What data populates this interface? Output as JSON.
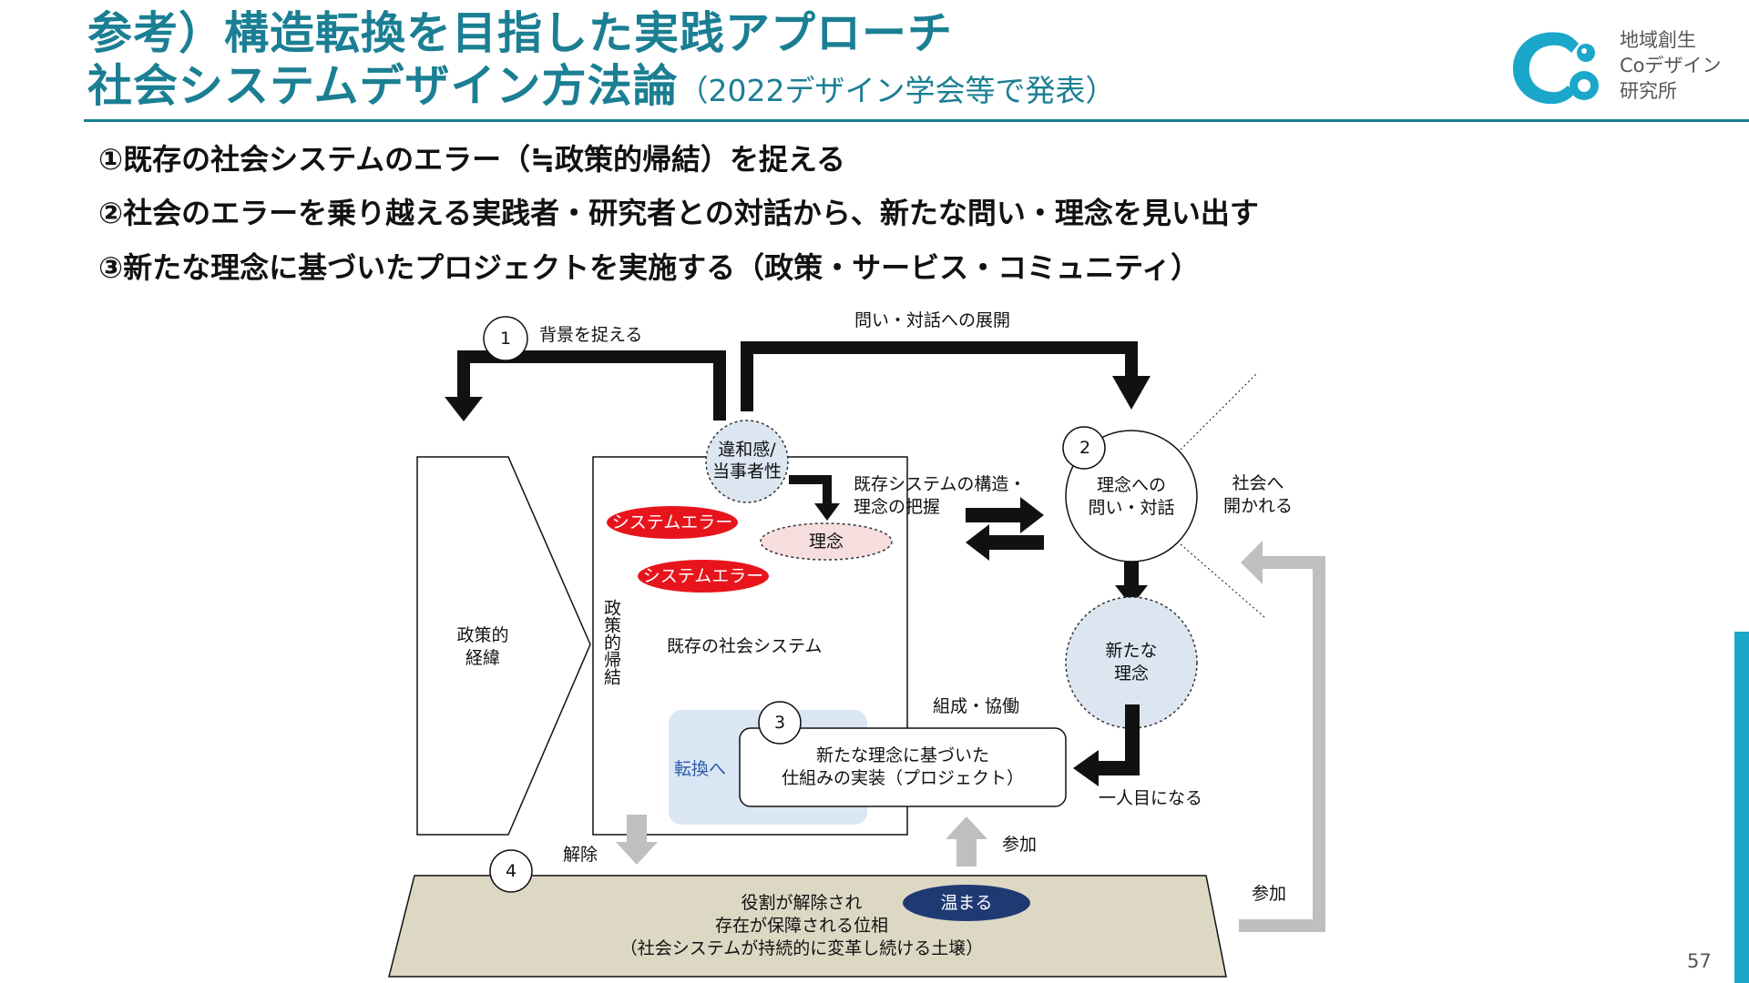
{
  "header": {
    "title_line1": "参考）構造転換を目指した実践アプローチ",
    "title_line2": "社会システムデザイン方法論",
    "title_sub": "（2022デザイン学会等で発表）"
  },
  "logo": {
    "line1": "地域創生",
    "line2": "Coデザイン",
    "line3": "研究所",
    "color": "#1ba7c9"
  },
  "points": [
    "①既存の社会システムのエラー（≒政策的帰結）を捉える",
    "②社会のエラーを乗り越える実践者・研究者との対話から、新たな問い・理念を見い出す",
    "③新たな理念に基づいたプロジェクトを実施する（政策・サービス・コミュニティ）"
  ],
  "diagram": {
    "step1": {
      "num": "1",
      "label": "背景を捉える"
    },
    "step2": {
      "num": "2"
    },
    "step3": {
      "num": "3"
    },
    "step4": {
      "num": "4"
    },
    "top_arrow_label": "問い・対話への展開",
    "iwakan_line1": "違和感/",
    "iwakan_line2": "当事者性",
    "system_error_1": "システムエラー",
    "system_error_2": "システムエラー",
    "rinen": "理念",
    "structure_line1": "既存システムの構造・",
    "structure_line2": "理念の把握",
    "policy_context_line1": "政策的",
    "policy_context_line2": "経緯",
    "policy_outcome": "政策的帰結",
    "existing_system": "既存の社会システム",
    "dialog_line1": "理念への",
    "dialog_line2": "問い・対話",
    "open_society_line1": "社会へ",
    "open_society_line2": "開かれる",
    "new_ideal_line1": "新たな",
    "new_ideal_line2": "理念",
    "organize": "組成・協働",
    "transform": "転換へ",
    "project_line1": "新たな理念に基づいた",
    "project_line2": "仕組みの実装（プロジェクト）",
    "first_person": "一人目になる",
    "release": "解除",
    "join_1": "参加",
    "join_2": "参加",
    "warm": "温まる",
    "ground_line1": "役割が解除され",
    "ground_line2": "存在が保障される位相",
    "ground_line3": "（社会システムが持続的に変革し続ける土壌）"
  },
  "colors": {
    "title": "#1b7f93",
    "error_red": "#e8141c",
    "rinen_fill": "#f6dede",
    "circle_blue": "#dce6f1",
    "transform_fill": "#dbe6f4",
    "ground_fill": "#ddd8c4",
    "warm_fill": "#1f3a73",
    "gray_arrow": "#bfbfbf"
  },
  "page_number": "57"
}
